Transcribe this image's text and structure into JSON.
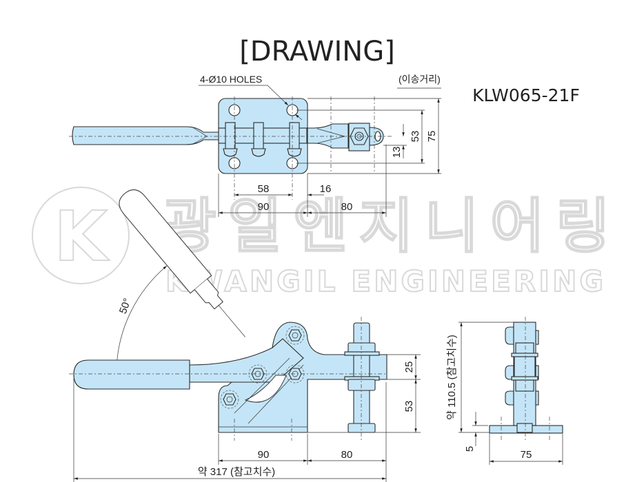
{
  "title": "[DRAWING]",
  "model": "KLW065-21F",
  "watermark": {
    "korean": "광일엔지니어링",
    "english": "KWANGIL ENGINEERING",
    "logo_letter": "K"
  },
  "top_view": {
    "holes_note": "4-Ø10 HOLES",
    "travel_note": "(이송거리)",
    "dims": {
      "d58": "58",
      "d16": "16",
      "d90": "90",
      "d80": "80",
      "d53": "53",
      "d75": "75",
      "d13": "13"
    }
  },
  "front_view": {
    "angle": "50°",
    "dims": {
      "d25": "25",
      "d53": "53",
      "d90": "90",
      "d80": "80",
      "overall": "약 317 (참고치수)"
    }
  },
  "side_view": {
    "dims": {
      "height": "약 110.5 (참고치수)",
      "d5": "5",
      "d75": "75"
    }
  },
  "colors": {
    "part_fill": "#c4e5f7",
    "line": "#2a2a2a"
  }
}
